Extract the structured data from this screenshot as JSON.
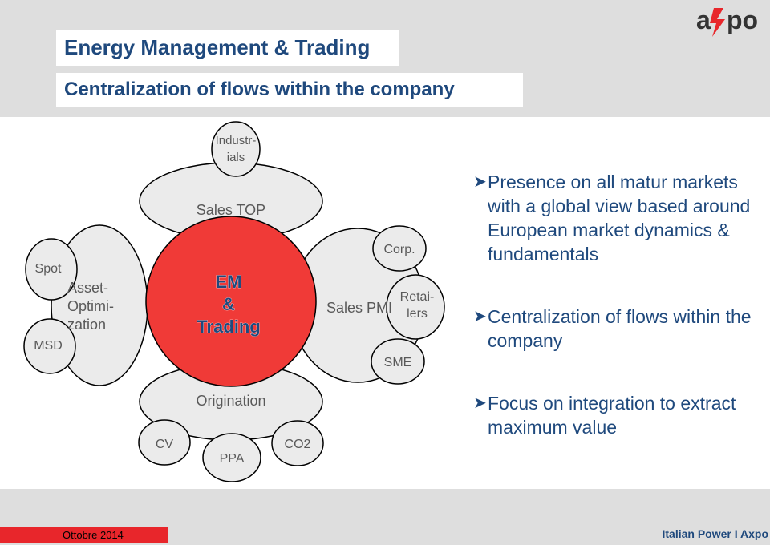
{
  "header": {
    "title": "Energy Management & Trading",
    "subtitle": "Centralization of flows within the company",
    "logo_text": "axpo"
  },
  "diagram": {
    "center": [
      "EM",
      "&",
      "Trading"
    ],
    "nodes": {
      "sales_top": "Sales TOP",
      "industrials": [
        "Industr-",
        "ials"
      ],
      "asset_optimization": [
        "Asset-",
        "Optimi-",
        "zation"
      ],
      "spot": "Spot",
      "msd": "MSD",
      "sales_pmi": "Sales PMI",
      "corp": "Corp.",
      "retailers": [
        "Retai-",
        "lers"
      ],
      "sme": "SME",
      "origination": "Origination",
      "cv": "CV",
      "ppa": "PPA",
      "co2": "CO2"
    }
  },
  "bullets": [
    "Presence on all matur markets with a global view based around European market dynamics & fundamentals",
    "Centralization of flows within the company",
    "Focus on integration to extract maximum value"
  ],
  "footer": {
    "date": "Ottobre 2014",
    "brand": "Italian Power I Axpo"
  },
  "colors": {
    "title": "#1f497d",
    "accent_red": "#e8262b",
    "center_fill": "#f03a37",
    "ellipse_fill": "#ebebeb",
    "band_gray": "#dedede"
  }
}
